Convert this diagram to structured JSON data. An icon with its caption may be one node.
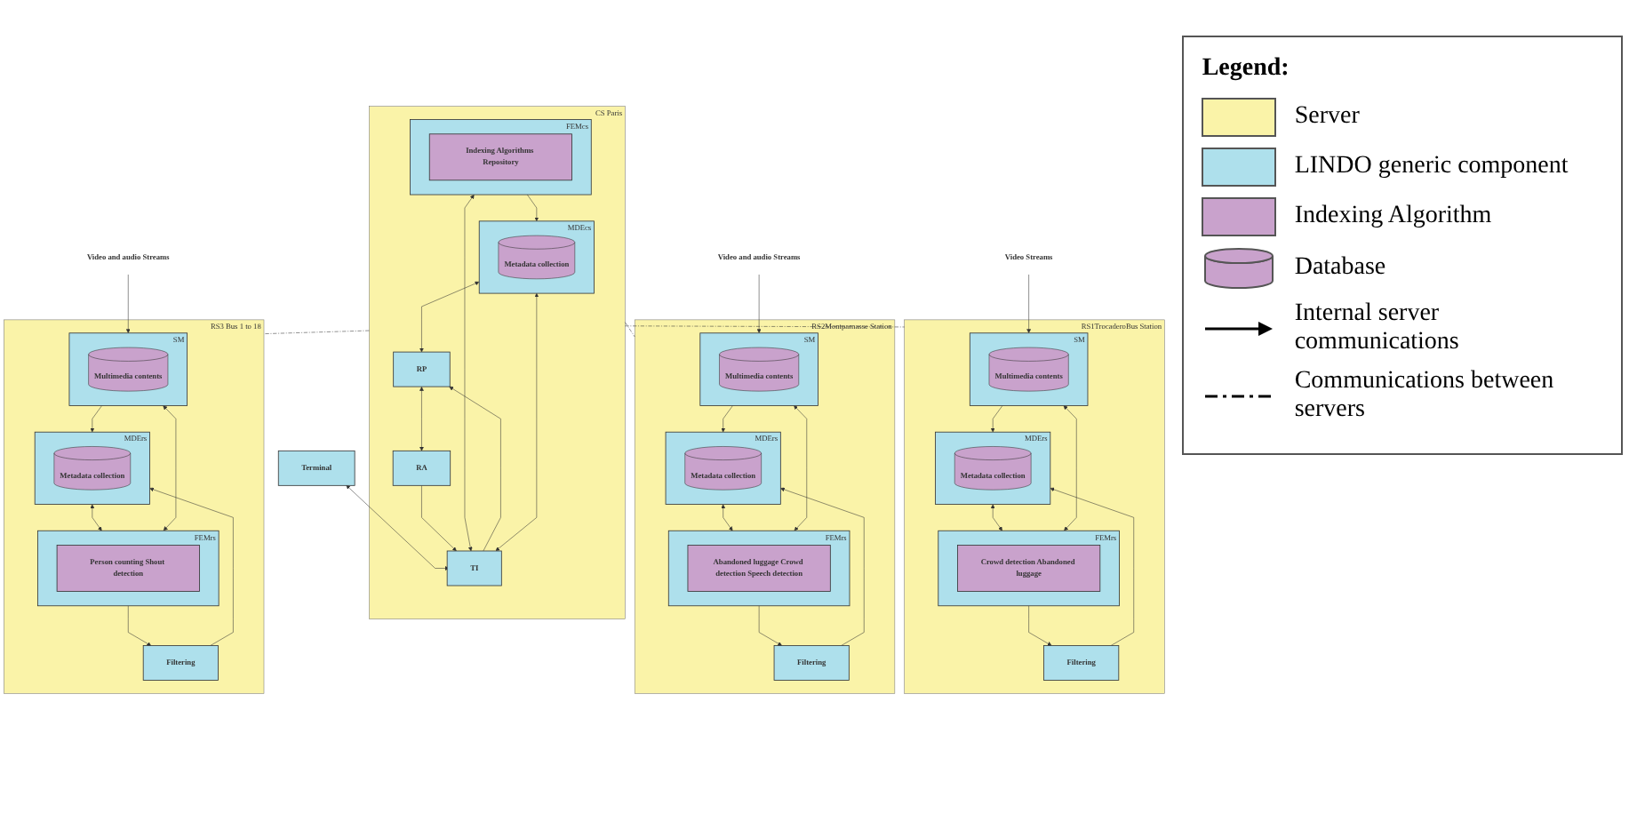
{
  "diagram": {
    "nodes": [
      {
        "text": [
          "Terminal"
        ]
      },
      {
        "text": [
          "CS Paris"
        ]
      },
      {
        "text": [
          "FEMcs"
        ],
        "in": 1
      },
      {
        "text": [
          "Indexing Algorithms Repository"
        ],
        "in": 2
      },
      {
        "text": [
          "TI"
        ],
        "in": 1
      },
      {
        "text": [
          "MDEcs"
        ],
        "in": 1
      },
      {
        "text": [
          "Metadata collection"
        ],
        "in": 5
      },
      {
        "text": [
          "RP"
        ],
        "in": 1
      },
      {
        "text": [
          "RA"
        ],
        "in": 1
      },
      {
        "text": [
          "RS1TrocaderoBus Station"
        ]
      },
      {
        "text": [
          "MDErs"
        ],
        "in": 9
      },
      {
        "text": [
          "Metadata collection"
        ],
        "in": 10
      },
      {
        "text": [
          "Filtering"
        ],
        "in": 9
      },
      {
        "text": [
          "FEMrs"
        ],
        "in": 9
      },
      {
        "text": [
          "Crowd detection Abandoned luggage"
        ],
        "in": 13
      },
      {
        "text": [
          "SM"
        ],
        "in": 9
      },
      {
        "text": [
          "Multimedia contents"
        ],
        "in": 15
      },
      {
        "text": [
          "Video Streams"
        ]
      },
      {
        "text": [
          "RS2Montparnasse Station"
        ]
      },
      {
        "text": [
          "MDErs"
        ],
        "in": 18
      },
      {
        "text": [
          "Metadata collection"
        ],
        "in": 19
      },
      {
        "text": [
          "Filtering"
        ],
        "in": 18
      },
      {
        "text": [
          "FEMrs"
        ],
        "in": 18
      },
      {
        "text": [
          "Abandoned luggage Crowd detection Speech detection"
        ],
        "in": 22
      },
      {
        "text": [
          "SM"
        ],
        "in": 18
      },
      {
        "text": [
          "Multimedia contents"
        ],
        "in": 24
      },
      {
        "text": [
          "Video and audio Streams"
        ]
      },
      {
        "text": [
          "RS3 Bus 1 to 18"
        ]
      },
      {
        "text": [
          "MDErs"
        ],
        "in": 27
      },
      {
        "text": [
          "Metadata collection"
        ],
        "in": 28
      },
      {
        "text": [
          "Filtering"
        ],
        "in": 27
      },
      {
        "text": [
          "FEMrs"
        ],
        "in": 27
      },
      {
        "text": [
          "Person counting Shout detection"
        ],
        "in": 31
      },
      {
        "text": [
          "SM"
        ],
        "in": 27
      },
      {
        "text": [
          "Multimedia contents"
        ],
        "in": 33
      },
      {
        "text": [
          "Video and audio Streams"
        ]
      }
    ],
    "edges": [
      {
        "from": 0,
        "to": 4,
        "arrow": "both"
      },
      {
        "from": 2,
        "to": 4,
        "arrow": "both"
      },
      {
        "from": 2,
        "to": 5,
        "arrow": "to"
      },
      {
        "from": 4,
        "to": 5,
        "arrow": "both"
      },
      {
        "from": 4,
        "to": 7,
        "arrow": "to"
      },
      {
        "from": 5,
        "to": 7,
        "arrow": "both"
      },
      {
        "from": 7,
        "to": 8,
        "arrow": "both"
      },
      {
        "from": 8,
        "to": 4,
        "arrow": "to"
      },
      {
        "from": 1,
        "to": 9,
        "arrow": "none",
        "style": "dashed"
      },
      {
        "from": 1,
        "to": 18,
        "arrow": "none",
        "style": "dashed"
      },
      {
        "from": 1,
        "to": 27,
        "arrow": "none",
        "style": "dashed"
      },
      {
        "from": 10,
        "to": 13,
        "arrow": "both"
      },
      {
        "from": 15,
        "to": 10,
        "arrow": "to"
      },
      {
        "from": 12,
        "to": 10,
        "arrow": "to"
      },
      {
        "from": 13,
        "to": 12,
        "arrow": "to"
      },
      {
        "from": 13,
        "to": 15,
        "arrow": "both"
      },
      {
        "from": 17,
        "to": 15,
        "arrow": "to"
      },
      {
        "from": 19,
        "to": 22,
        "arrow": "both"
      },
      {
        "from": 24,
        "to": 19,
        "arrow": "to"
      },
      {
        "from": 21,
        "to": 19,
        "arrow": "to"
      },
      {
        "from": 22,
        "to": 21,
        "arrow": "to"
      },
      {
        "from": 22,
        "to": 24,
        "arrow": "both"
      },
      {
        "from": 26,
        "to": 24,
        "arrow": "to"
      },
      {
        "from": 28,
        "to": 31,
        "arrow": "both"
      },
      {
        "from": 33,
        "to": 28,
        "arrow": "to"
      },
      {
        "from": 30,
        "to": 28,
        "arrow": "to"
      },
      {
        "from": 31,
        "to": 30,
        "arrow": "to"
      },
      {
        "from": 31,
        "to": 33,
        "arrow": "both"
      },
      {
        "from": 35,
        "to": 33,
        "arrow": "to"
      }
    ],
    "labels": [
      "Legend:"
    ],
    "legend": [
      {
        "text": "Server",
        "color": "#faf3a8"
      },
      {
        "text": "LINDO generic component",
        "color": "#aee0ec"
      },
      {
        "text": "Indexing Algorithm",
        "color": "#c9a2cc"
      },
      {
        "text": "Database"
      },
      {
        "text": "Internal server communications"
      },
      {
        "text": "Communications between servers"
      }
    ]
  }
}
